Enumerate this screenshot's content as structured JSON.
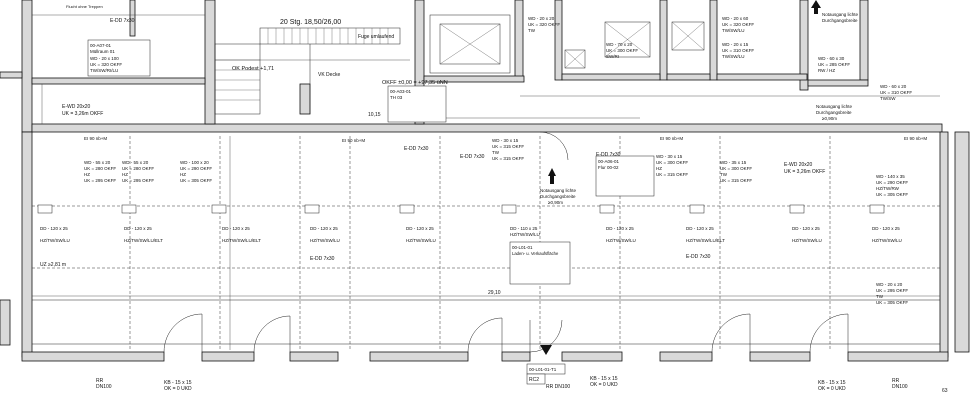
{
  "drawing": {
    "stair_label": "20 Stg. 18,50/26,00",
    "stair_top_note": "Flucht ohne Treppen",
    "podest_label": "OK Podest +1,71",
    "vk_decke": "VK Decke",
    "okff_label": "OKFF ±0,00 = +97,35 üNN",
    "fuge_label": "Fuge umlaufend",
    "lobby_room": {
      "id": "00-A03-01",
      "name": "TH 03"
    },
    "room_a07": {
      "id": "00-A07-01",
      "name": "Müllraum 01"
    },
    "retail_room": {
      "id": "00-L01-01",
      "name": "Laden- u. Verkaufsfläche"
    },
    "flur_room": {
      "id": "00-A06-01",
      "name": "Flur 00-02"
    },
    "door_top_left": "E-DD 7x30",
    "doors": [
      "E-DD 7x30",
      "E-DD 7x30",
      "E-DD 7x30",
      "E-DD 7x30",
      "E-DD 7x30"
    ],
    "ewd_left": {
      "code": "E-WD 20x20",
      "uk": "UK = 3,26m OKFF"
    },
    "ewd_right": {
      "code": "E-WD 20x20",
      "uk": "UK = 3,26m OKFF"
    },
    "lichte_left": [
      "Notausgang lichte",
      "Durchgangsbreite",
      "≥0,90m"
    ],
    "lichte_right": [
      "Notausgang lichte",
      "Durchgangsbreite",
      "≥0,90m"
    ],
    "lichte_top": [
      "Notausgang lichte",
      "Durchgangsbreite"
    ],
    "upper_wd": [
      {
        "code": "WD - 20 x 100",
        "uk": "UK = 320 OKFF",
        "extra": "TW/SW/RI/LU"
      },
      {
        "code": "WD - 20 x 20",
        "uk": "UK = 320 OKFF",
        "extra": "TW"
      },
      {
        "code": "WD - 70 x 20",
        "uk": "UK = 300 OKFF",
        "extra": "SW/RI"
      },
      {
        "code": "WD - 20 x 60",
        "uk": "UK = 320 OKFF",
        "extra": "TW/SW/LU"
      },
      {
        "code": "WD - 20 x 15",
        "uk": "UK = 310 OKFF",
        "extra": "TW/SW/LU"
      },
      {
        "code": "WD - 60 x 30",
        "uk": "UK = 285 OKFF",
        "extra": "RW / HZ"
      },
      {
        "code": "WD - 60 x 20",
        "uk": "UK = 310 OKFF",
        "extra": "TW/SW"
      }
    ],
    "mid_wd": [
      {
        "code": "WD - 55 x 20",
        "uk": "UK = 280 OKFF",
        "hz": "HZ",
        "uk2": "UK = 295 OKFF"
      },
      {
        "code": "WD - 55 x 20",
        "uk": "UK = 280 OKFF",
        "hz": "HZ",
        "uk2": "UK = 295 OKFF"
      },
      {
        "code": "WD - 100 x 20",
        "uk": "UK = 290 OKFF",
        "hz": "HZ",
        "uk2": "UK = 305 OKFF"
      },
      {
        "code": "WD - 30 x 15",
        "uk": "UK = 315 OKFF",
        "hz": "TW",
        "uk2": "UK = 315 OKFF"
      },
      {
        "code": "WD - 30 x 15",
        "uk": "UK = 300 OKFF",
        "hz": "HZ",
        "uk2": "UK = 315 OKFF"
      },
      {
        "code": "WD - 35 x 15",
        "uk": "UK = 300 OKFF",
        "hz": "TW",
        "uk2": "UK = 315 OKFF"
      },
      {
        "code": "WD - 140 x 35",
        "uk": "UK = 290 OKFF",
        "hz": "HZ/TW/RW",
        "uk2": "UK = 305 OKFF"
      }
    ],
    "dd_row": [
      {
        "code": "DD - 120 x 25",
        "sub": "HZ/TW/SW/LU"
      },
      {
        "code": "DD - 120 x 25",
        "sub": "HZ/TW/SW/LU/ELT"
      },
      {
        "code": "DD - 120 x 25",
        "sub": "HZ/TW/SW/LU/ELT"
      },
      {
        "code": "DD - 120 x 25",
        "sub": "HZ/TW/SW/LU"
      },
      {
        "code": "DD - 120 x 25",
        "sub": "HZ/TW/SW/LU"
      },
      {
        "code": "DD - 110 x 25",
        "sub": "HZ/TW/SW/LU"
      },
      {
        "code": "DD - 120 x 25",
        "sub": "HZ/TW/SW/LU"
      },
      {
        "code": "DD - 120 x 25",
        "sub": "HZ/TW/SW/LU/ELT"
      },
      {
        "code": "DD - 120 x 25",
        "sub": "HZ/TW/SW/LU"
      },
      {
        "code": "DD - 120 x 25",
        "sub": "HZ/TW/SW/LU"
      }
    ],
    "right_wd": {
      "code": "WD - 20 x 20",
      "uk": "UK = 295 OKFF",
      "extra": "TW",
      "uk2": "UK = 305 OKFF"
    },
    "ei_labels": [
      "EI 90 nb+M",
      "EI 90 nb+M",
      "EI 90 nb+M",
      "EI 90 nb+M"
    ],
    "dim_2910": "29,10",
    "dim_1015": "10,15",
    "bottom": {
      "rr_left": "RR",
      "dn_left": "DN100",
      "kb_left": "KB - 15 x 15",
      "ok_left": "OK = 0 UKD",
      "kb_mid": "KB - 15 x 15",
      "ok_mid": "OK = 0 UKD",
      "kb_right": "KB - 15 x 15",
      "ok_right": "OK = 0 UKD",
      "rr_right": "RR",
      "dn_right": "DN100",
      "rc2": "RC2",
      "dn_mid": "RR DN100",
      "room_tag": "00-L01-01-T1",
      "uz_label": "UZ ≥2,81 m",
      "fig_63": "63"
    }
  }
}
